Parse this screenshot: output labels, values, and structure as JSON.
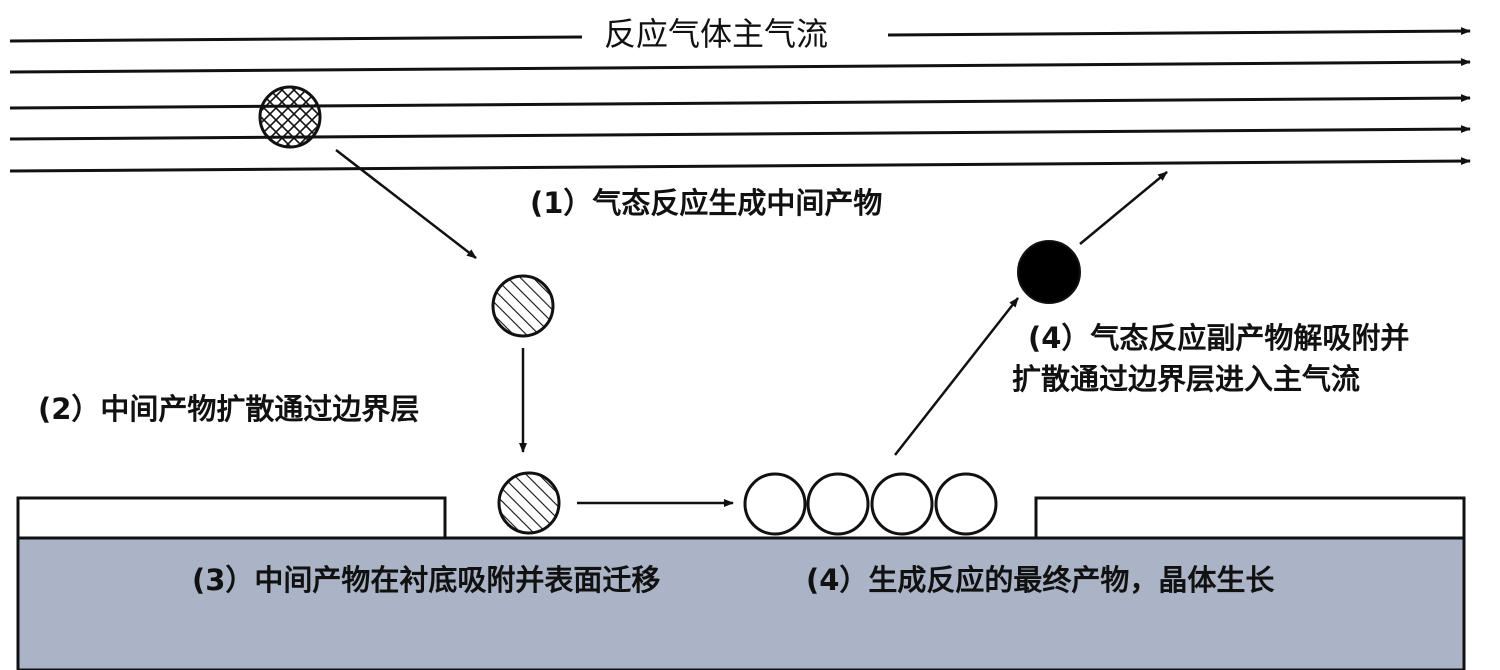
{
  "main_flow_label": "反应气体主气流",
  "steps": {
    "step1": "(1）气态反应生成中间产物",
    "step2": "(2）中间产物扩散通过边界层",
    "step3": "(3）中间产物在衬底吸附并表面迁移",
    "step4_desorb_line1": "(4）气态反应副产物解吸附并",
    "step4_desorb_line2": "扩散通过边界层进入主气流",
    "step4_growth": "(4）生成反应的最终产物，晶体生长"
  },
  "colors": {
    "substrate": "#aab4c6",
    "line": "#111111",
    "byproduct": "#000000",
    "background": "#ffffff"
  }
}
